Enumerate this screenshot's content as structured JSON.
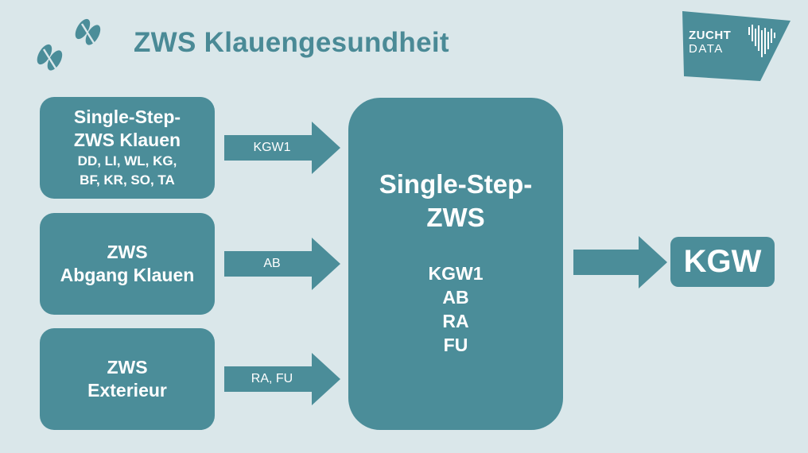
{
  "header": {
    "title": "ZWS Klauengesundheit",
    "logo": {
      "line1": "ZUCHT",
      "line2": "DATA"
    }
  },
  "sources": [
    {
      "title_lines": [
        "Single-Step-",
        "ZWS Klauen"
      ],
      "detail_lines": [
        "DD, LI, WL, KG,",
        "BF, KR, SO, TA"
      ]
    },
    {
      "title_lines": [
        "ZWS",
        "Abgang Klauen"
      ],
      "detail_lines": []
    },
    {
      "title_lines": [
        "ZWS",
        "Exterieur"
      ],
      "detail_lines": []
    }
  ],
  "arrows": [
    {
      "label": "KGW1"
    },
    {
      "label": "AB"
    },
    {
      "label": "RA, FU"
    }
  ],
  "center": {
    "title_lines": [
      "Single-Step-",
      "ZWS"
    ],
    "items": [
      "KGW1",
      "AB",
      "RA",
      "FU"
    ]
  },
  "output": {
    "label": "KGW"
  },
  "colors": {
    "background": "#dae7ea",
    "box": "#4b8d99",
    "title": "#4a8a96",
    "arrow": "#4b8d99"
  }
}
